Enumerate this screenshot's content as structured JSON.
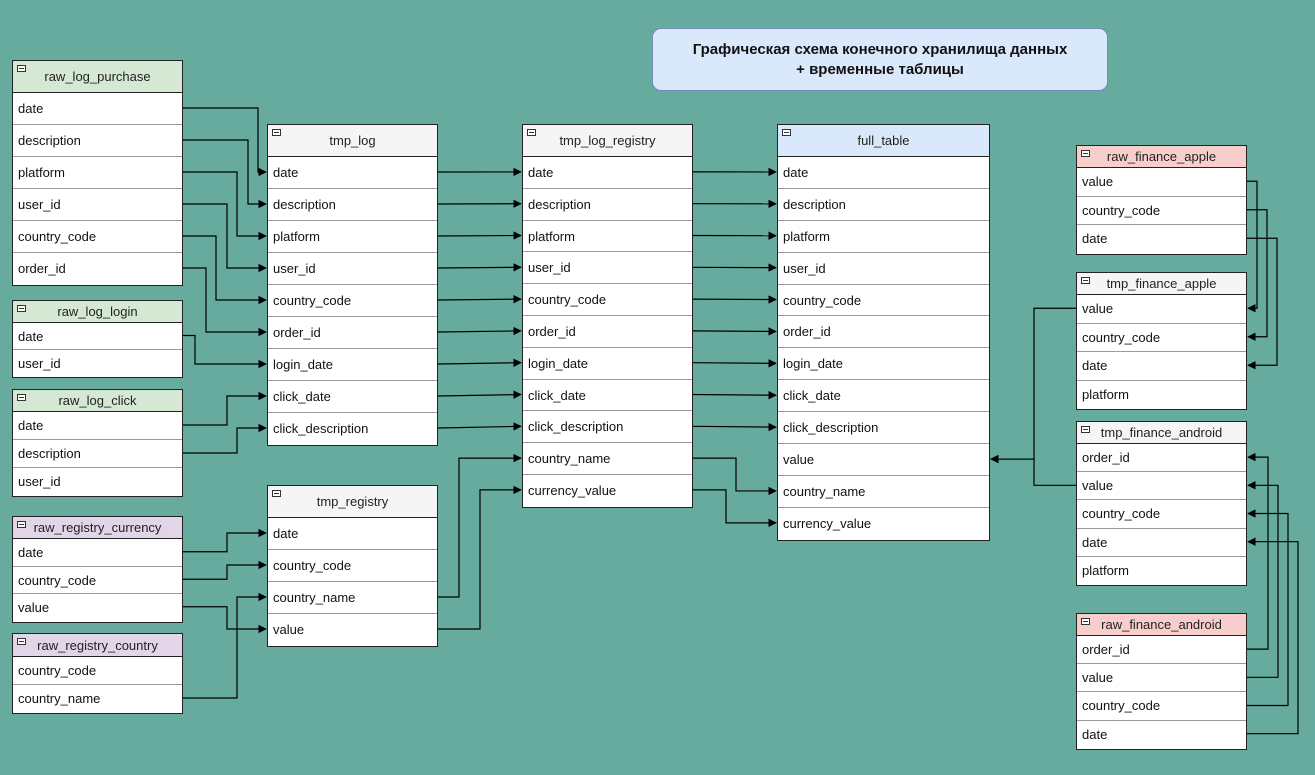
{
  "title": {
    "line1": "Графическая схема конечного хранилища данных",
    "line2": "+ временные таблицы"
  },
  "colors": {
    "background": "#67AB9F",
    "header_default": "#F5F5F5",
    "header_green": "#D5E8D4",
    "header_purple": "#E1D5E7",
    "header_red": "#F8CECC",
    "header_blue": "#DAE8FC"
  },
  "tables": {
    "raw_log_purchase": {
      "name": "raw_log_purchase",
      "fields": [
        "date",
        "description",
        "platform",
        "user_id",
        "country_code",
        "order_id"
      ]
    },
    "raw_log_login": {
      "name": "raw_log_login",
      "fields": [
        "date",
        "user_id"
      ]
    },
    "raw_log_click": {
      "name": "raw_log_click",
      "fields": [
        "date",
        "description",
        "user_id"
      ]
    },
    "raw_registry_currency": {
      "name": "raw_registry_currency",
      "fields": [
        "date",
        "country_code",
        "value"
      ]
    },
    "raw_registry_country": {
      "name": "raw_registry_country",
      "fields": [
        "country_code",
        "country_name"
      ]
    },
    "tmp_log": {
      "name": "tmp_log",
      "fields": [
        "date",
        "description",
        "platform",
        "user_id",
        "country_code",
        "order_id",
        "login_date",
        "click_date",
        "click_description"
      ]
    },
    "tmp_registry": {
      "name": "tmp_registry",
      "fields": [
        "date",
        "country_code",
        "country_name",
        "value"
      ]
    },
    "tmp_log_registry": {
      "name": "tmp_log_registry",
      "fields": [
        "date",
        "description",
        "platform",
        "user_id",
        "country_code",
        "order_id",
        "login_date",
        "click_date",
        "click_description",
        "country_name",
        "currency_value"
      ]
    },
    "full_table": {
      "name": "full_table",
      "fields": [
        "date",
        "description",
        "platform",
        "user_id",
        "country_code",
        "order_id",
        "login_date",
        "click_date",
        "click_description",
        "value",
        "country_name",
        "currency_value"
      ]
    },
    "raw_finance_apple": {
      "name": "raw_finance_apple",
      "fields": [
        "value",
        "country_code",
        "date"
      ]
    },
    "tmp_finance_apple": {
      "name": "tmp_finance_apple",
      "fields": [
        "value",
        "country_code",
        "date",
        "platform"
      ]
    },
    "tmp_finance_android": {
      "name": "tmp_finance_android",
      "fields": [
        "order_id",
        "value",
        "country_code",
        "date",
        "platform"
      ]
    },
    "raw_finance_android": {
      "name": "raw_finance_android",
      "fields": [
        "order_id",
        "value",
        "country_code",
        "date"
      ]
    }
  }
}
